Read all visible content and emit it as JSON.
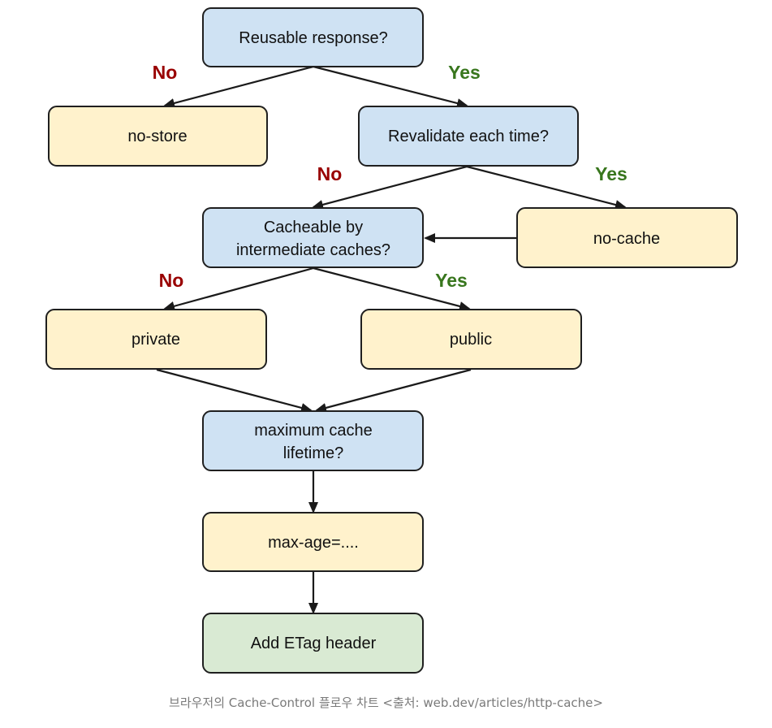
{
  "nodes": {
    "reusable": "Reusable response?",
    "no_store": "no-store",
    "revalidate": "Revalidate each time?",
    "cacheable": [
      "Cacheable by",
      "intermediate caches?"
    ],
    "no_cache": "no-cache",
    "private": "private",
    "public": "public",
    "max_lifetime": [
      "maximum cache",
      "lifetime?"
    ],
    "max_age": "max-age=....",
    "etag": "Add ETag header"
  },
  "edge_labels": {
    "reusable_no": "No",
    "reusable_yes": "Yes",
    "revalidate_no": "No",
    "revalidate_yes": "Yes",
    "cacheable_no": "No",
    "cacheable_yes": "Yes"
  },
  "colors": {
    "question_fill": "#cfe2f3",
    "answer_fill": "#fff2cc",
    "final_fill": "#d9ead3",
    "no_label": "#990000",
    "yes_label": "#38761d"
  },
  "caption": "브라우저의 Cache-Control 플로우 차트 <출처: web.dev/articles/http-cache>"
}
